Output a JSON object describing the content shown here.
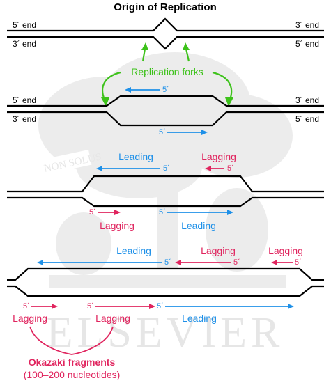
{
  "title": "Origin of Replication",
  "end_labels": {
    "five_prime_end": "5´ end",
    "three_prime_end": "3´ end"
  },
  "forks_label": "Replication forks",
  "prime5": "5´",
  "leading": "Leading",
  "lagging": "Lagging",
  "okazaki": {
    "title": "Okazaki fragments",
    "subtitle": "(100–200 nucleotides)"
  },
  "watermark": {
    "motto": "NON SOLUS",
    "publisher": "ELSEVIER"
  },
  "colors": {
    "strand": "#000000",
    "leading": "#1e90e8",
    "lagging": "#e0245e",
    "fork_label": "#3dc21a",
    "watermark": "#e6e6e6"
  }
}
